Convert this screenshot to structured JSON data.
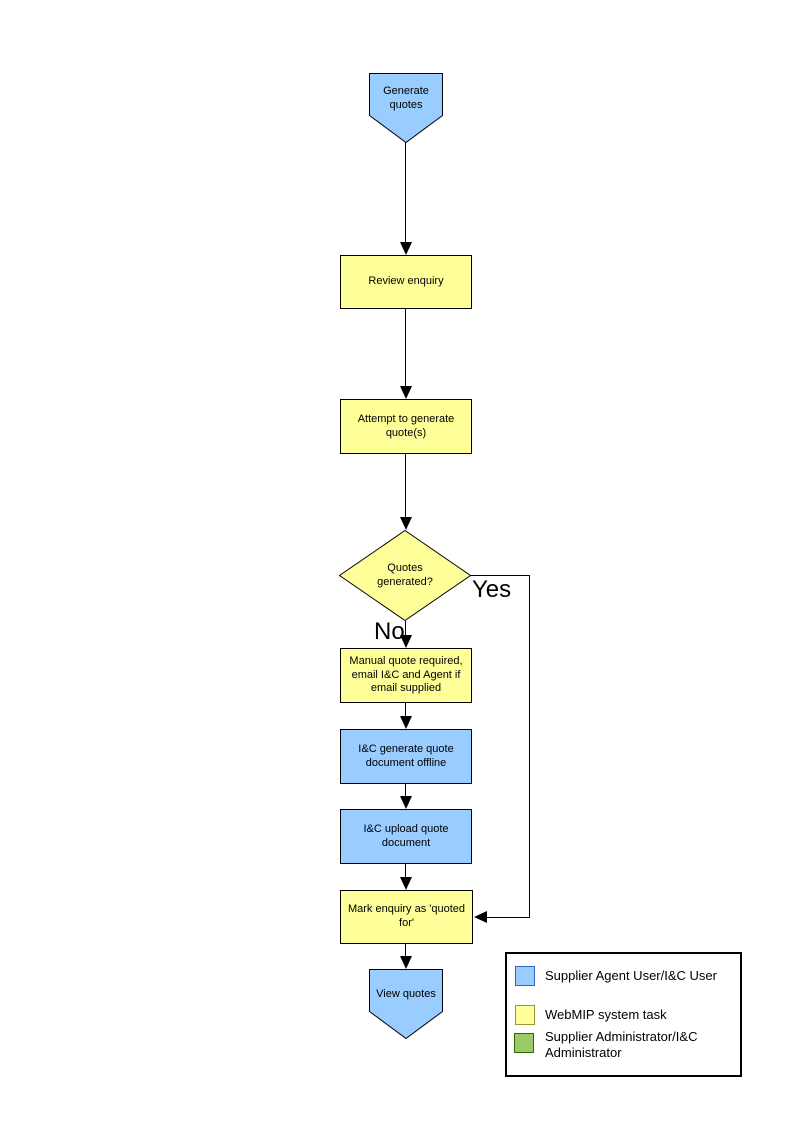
{
  "flowchart": {
    "nodes": {
      "start": {
        "label": "Generate quotes",
        "type": "terminator",
        "fill": "#99CCFF"
      },
      "review": {
        "label": "Review enquiry",
        "type": "process",
        "fill": "#FFFF99"
      },
      "attempt": {
        "label": "Attempt to generate quote(s)",
        "type": "process",
        "fill": "#FFFF99"
      },
      "decision": {
        "label": "Quotes generated?",
        "type": "decision",
        "fill": "#FFFF99"
      },
      "manual": {
        "label": "Manual quote required, email I&C and Agent if email supplied",
        "type": "process",
        "fill": "#FFFF99"
      },
      "generate_offline": {
        "label": "I&C generate quote document offline",
        "type": "process",
        "fill": "#99CCFF"
      },
      "upload": {
        "label": "I&C upload quote document",
        "type": "process",
        "fill": "#99CCFF"
      },
      "mark": {
        "label": "Mark enquiry as 'quoted for'",
        "type": "process",
        "fill": "#FFFF99"
      },
      "end": {
        "label": "View quotes",
        "type": "terminator",
        "fill": "#99CCFF"
      }
    },
    "branch_labels": {
      "yes": "Yes",
      "no": "No"
    }
  },
  "legend": {
    "items": [
      {
        "label": "Supplier Agent User/I&C User",
        "color": "#99CCFF",
        "border": "#3366CC"
      },
      {
        "label": "WebMIP system task",
        "color": "#FFFF99",
        "border": "#999933"
      },
      {
        "label": "Supplier Administrator/I&C Administrator",
        "color": "#99CC66",
        "border": "#336600"
      }
    ]
  },
  "colors": {
    "line": "#000000",
    "background": "#FFFFFF"
  }
}
